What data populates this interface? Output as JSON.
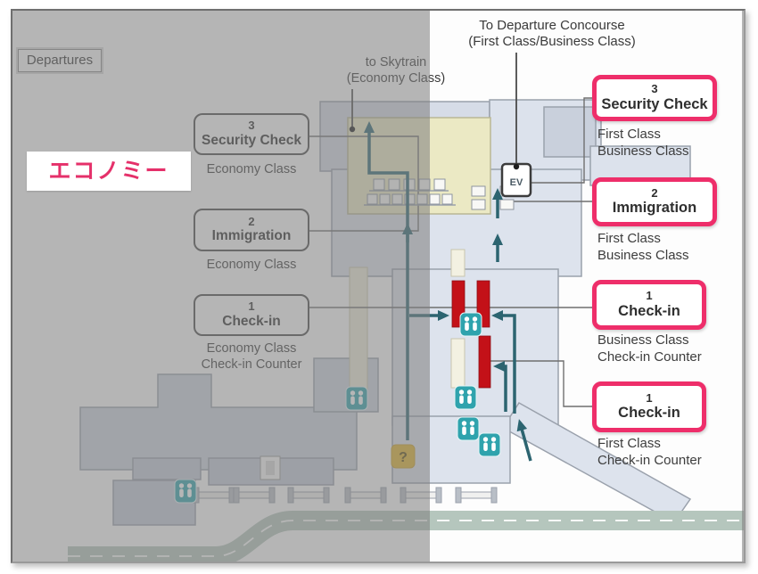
{
  "map": {
    "departures_label": "Departures",
    "skytrain_label": {
      "line1": "to Skytrain",
      "line2": "(Economy Class)"
    },
    "concourse_label": {
      "line1": "To Departure Concourse",
      "line2": "(First Class/Business Class)"
    },
    "economy_overlay_label": "エコノミー",
    "ev_label": "EV",
    "info_label": "?",
    "left_annotations": [
      {
        "number": "3",
        "title": "Security Check",
        "sub1": "Economy Class",
        "sub2": ""
      },
      {
        "number": "2",
        "title": "Immigration",
        "sub1": "Economy Class",
        "sub2": ""
      },
      {
        "number": "1",
        "title": "Check-in",
        "sub1": "Economy Class",
        "sub2": "Check-in Counter"
      }
    ],
    "right_annotations": [
      {
        "number": "3",
        "title": "Security Check",
        "sub1": "First Class",
        "sub2": "Business Class"
      },
      {
        "number": "2",
        "title": "Immigration",
        "sub1": "First Class",
        "sub2": "Business Class"
      },
      {
        "number": "1",
        "title": "Check-in",
        "sub1": "Business Class",
        "sub2": "Check-in Counter"
      },
      {
        "number": "1",
        "title": "Check-in",
        "sub1": "First Class",
        "sub2": "Check-in Counter"
      }
    ],
    "colors": {
      "highlight_pink": "#ee2e6a",
      "economy_text_pink": "#e5306a",
      "counter_red": "#c31118",
      "path_teal": "#2c6470",
      "restroom_teal": "#2fa3ad",
      "info_yellow": "#dfb32c",
      "security_zone_yellow": "#ebe9c4",
      "building_fill": "#d8dde8",
      "road_sage": "#b5c6bd",
      "dim_overlay_gray": "#b5b5b5"
    }
  }
}
